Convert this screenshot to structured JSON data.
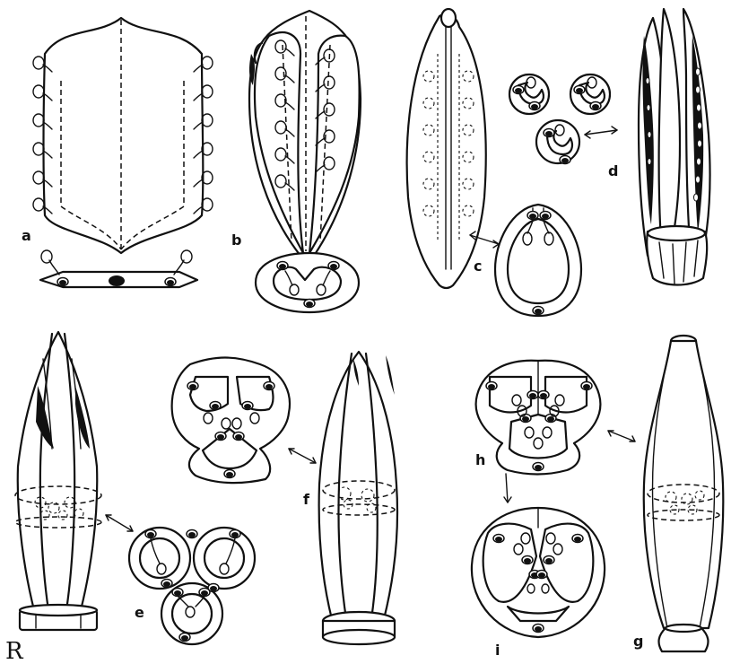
{
  "figure": {
    "labels": {
      "a": "a",
      "b": "b",
      "c": "c",
      "d": "d",
      "e": "e",
      "f": "f",
      "g": "g",
      "h": "h",
      "i": "i"
    },
    "signature": "R"
  }
}
